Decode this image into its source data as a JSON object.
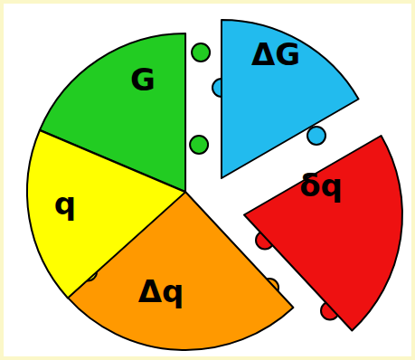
{
  "diagram": {
    "nodes": [
      {
        "text": [
          "G"
        ]
      },
      {
        "text": [
          "ΔG"
        ]
      },
      {
        "text": [
          "δq"
        ]
      },
      {
        "text": [
          "Δq"
        ]
      },
      {
        "text": [
          "q"
        ]
      }
    ]
  }
}
